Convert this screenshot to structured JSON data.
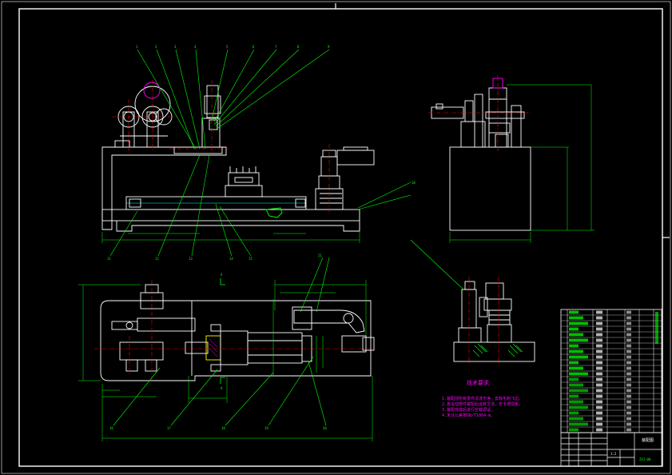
{
  "colors": {
    "background": "#000000",
    "outline": "#ffffff",
    "leader": "#00ff00",
    "hatch": "#00ff00",
    "center": "#ff0000",
    "magenta": "#ff00ff",
    "cyan": "#00ffff",
    "yellow": "#ffff00"
  },
  "balloons_main": [
    "1",
    "2",
    "3",
    "4",
    "5",
    "6",
    "7",
    "8",
    "9",
    "10"
  ],
  "balloons_main_bottom": [
    "11",
    "12",
    "13",
    "14",
    "15"
  ],
  "balloons_plan": [
    "16",
    "17",
    "18",
    "19",
    "20",
    "21"
  ],
  "view_marks": [
    "A",
    "A"
  ],
  "tech_req_title": "技术要求",
  "tech_req_lines": [
    "1.装配前所有零件清洗干净，去除毛刺飞边。",
    "2.各运动部件装配后运转灵活，无卡滞现象。",
    "3.装配完成后进行空载调试。",
    "4.未注公差按GB/T1804-m。"
  ],
  "title_block": {
    "name": "装配图",
    "drawing_no": "ZXJ-00",
    "scale": "1:2"
  }
}
